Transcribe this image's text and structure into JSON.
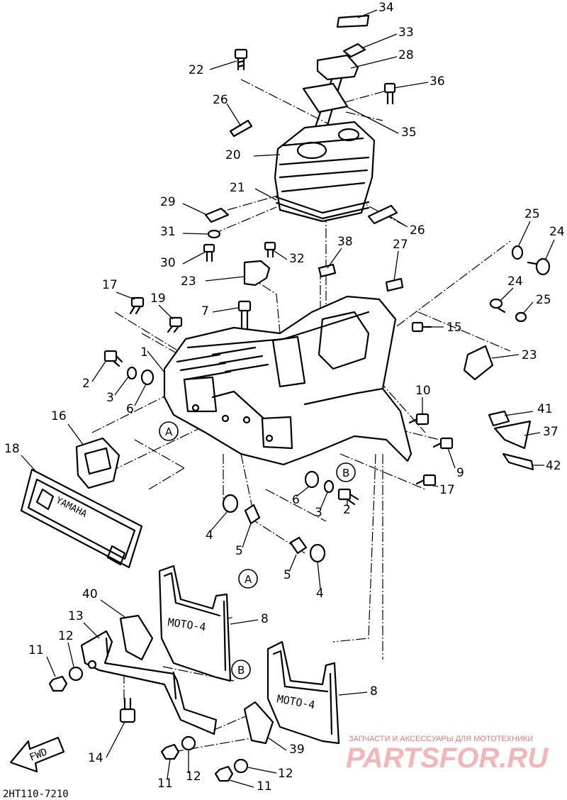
{
  "diagram": {
    "callouts": [
      "34",
      "33",
      "28",
      "22",
      "36",
      "26",
      "35",
      "20",
      "21",
      "26",
      "29",
      "31",
      "30",
      "32",
      "38",
      "27",
      "25",
      "24",
      "24",
      "25",
      "23",
      "17",
      "19",
      "7",
      "15",
      "23",
      "2",
      "3",
      "6",
      "1",
      "10",
      "41",
      "37",
      "16",
      "9",
      "42",
      "18",
      "6",
      "3",
      "2",
      "17",
      "4",
      "5",
      "5",
      "4",
      "8",
      "40",
      "13",
      "12",
      "11",
      "8",
      "14",
      "39",
      "11",
      "12",
      "12",
      "11"
    ],
    "reference_markers": [
      "A",
      "A",
      "B",
      "B"
    ],
    "grille_text": "YAMAHA",
    "flap_left_text": "MOTO-4",
    "flap_right_text": "MOTO-4",
    "fwd_arrow_text": "FWD",
    "drawing_code": "2HT110-7210"
  },
  "watermark": {
    "caption": "ЗАПЧАСТИ И АКСЕССУАРЫ ДЛЯ МОТОТЕХНИКИ",
    "logo": "PARTSFOR.RU"
  },
  "colors": {
    "line": "#000000",
    "background": "#ffffff",
    "watermark_caption": "#e07a7a",
    "watermark_logo": "#f3b6b6"
  }
}
